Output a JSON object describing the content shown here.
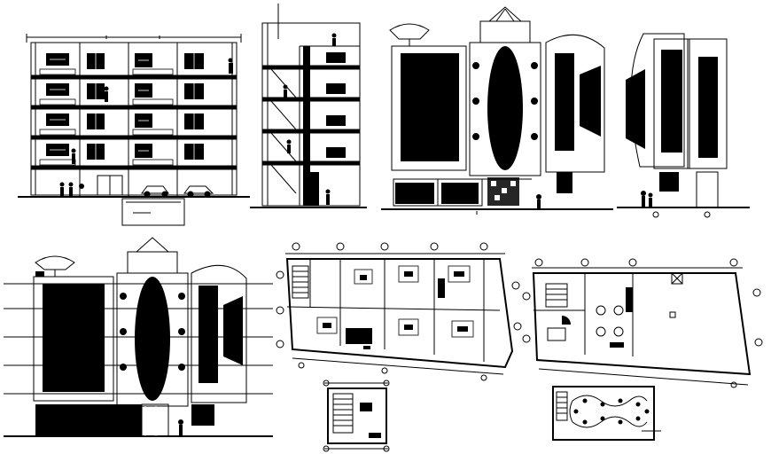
{
  "sheet": {
    "background": "#ffffff",
    "ink": "#000000",
    "panels": [
      "front-elevation",
      "section",
      "side-elevation",
      "rear-elevation",
      "elevation-lower",
      "typical-floor-plan",
      "ground-floor-plan",
      "stair-detail-plan",
      "lighting-plan"
    ]
  }
}
